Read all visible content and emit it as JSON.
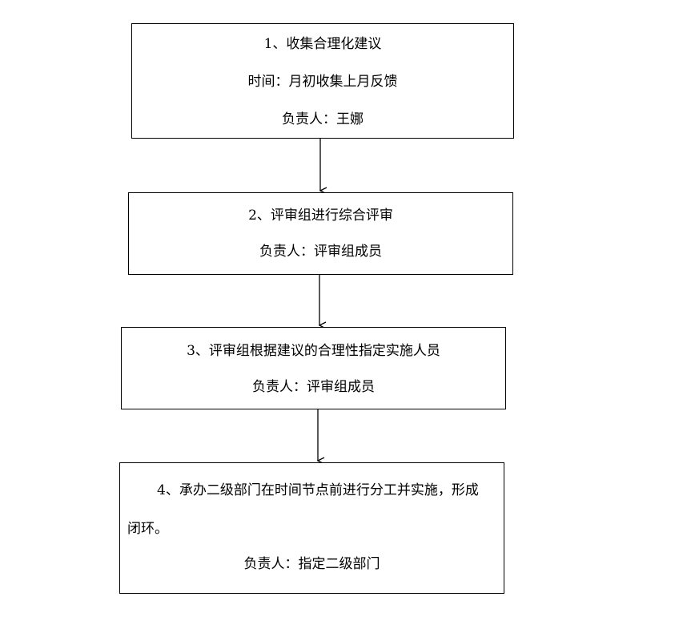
{
  "steps": [
    {
      "title": "1、收集合理化建议",
      "time": "时间：月初收集上月反馈",
      "owner": "负责人：王娜"
    },
    {
      "title": "2、评审组进行综合评审",
      "owner": "负责人：评审组成员"
    },
    {
      "title": "3、评审组根据建议的合理性指定实施人员",
      "owner": "负责人：评审组成员"
    },
    {
      "title_line1": "4、承办二级部门在时间节点前进行分工并实施，形成",
      "title_line2": "闭环。",
      "owner": "负责人：指定二级部门"
    }
  ]
}
